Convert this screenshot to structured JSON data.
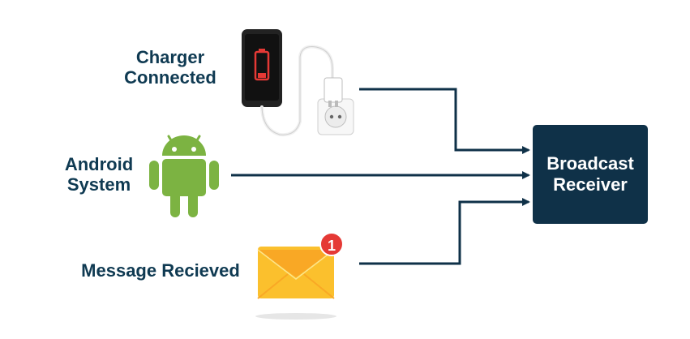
{
  "sources": {
    "charger": {
      "label": "Charger\nConnected",
      "icon": "phone-charging-icon"
    },
    "android": {
      "label": "Android\nSystem",
      "icon": "android-robot-icon"
    },
    "message": {
      "label": "Message Recieved",
      "icon": "envelope-icon",
      "badge": "1"
    }
  },
  "receiver": {
    "label": "Broadcast\nReceiver"
  },
  "colors": {
    "text": "#0f3a52",
    "arrow": "#0f3148",
    "receiver_bg": "#0f3148",
    "android_green": "#7cb342",
    "battery_red": "#e53935",
    "envelope": "#fbc02d",
    "badge": "#e53935"
  }
}
